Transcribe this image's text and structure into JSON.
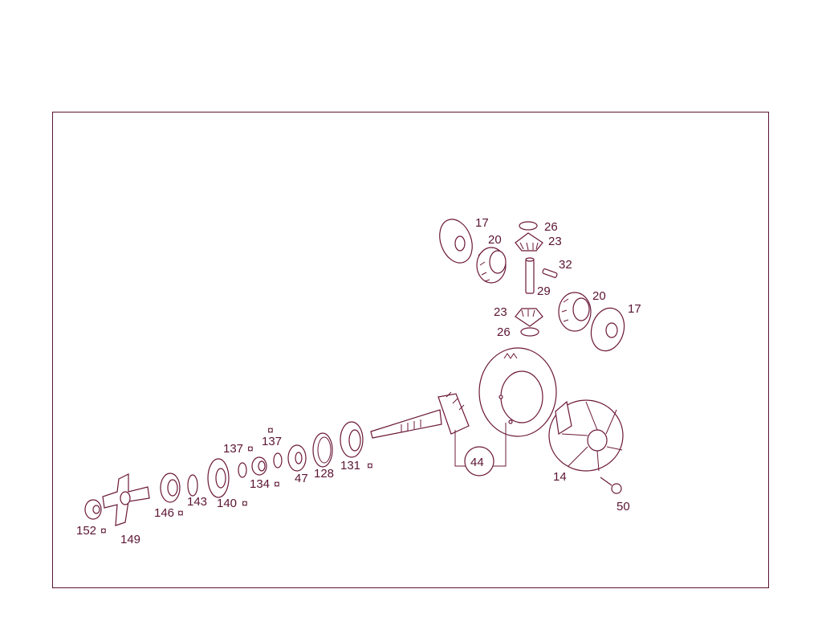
{
  "parts": [
    {
      "number": "17",
      "marker": false
    },
    {
      "number": "20",
      "marker": false
    },
    {
      "number": "26",
      "marker": false
    },
    {
      "number": "23",
      "marker": false
    },
    {
      "number": "32",
      "marker": false
    },
    {
      "number": "29",
      "marker": false
    },
    {
      "number": "20",
      "marker": false
    },
    {
      "number": "23",
      "marker": false
    },
    {
      "number": "17",
      "marker": false
    },
    {
      "number": "26",
      "marker": false
    },
    {
      "number": "44",
      "marker": false
    },
    {
      "number": "14",
      "marker": false
    },
    {
      "number": "50",
      "marker": false
    },
    {
      "number": "131",
      "marker": true
    },
    {
      "number": "128",
      "marker": false
    },
    {
      "number": "47",
      "marker": false
    },
    {
      "number": "137",
      "marker": true
    },
    {
      "number": "137",
      "marker": true
    },
    {
      "number": "134",
      "marker": true
    },
    {
      "number": "140",
      "marker": true
    },
    {
      "number": "143",
      "marker": false
    },
    {
      "number": "146",
      "marker": true
    },
    {
      "number": "149",
      "marker": false
    },
    {
      "number": "152",
      "marker": true
    }
  ],
  "colors": {
    "line": "#6b1838",
    "text": "#5a1432",
    "frame": "#5a1432"
  },
  "marker_icon": "currency-sign-icon"
}
